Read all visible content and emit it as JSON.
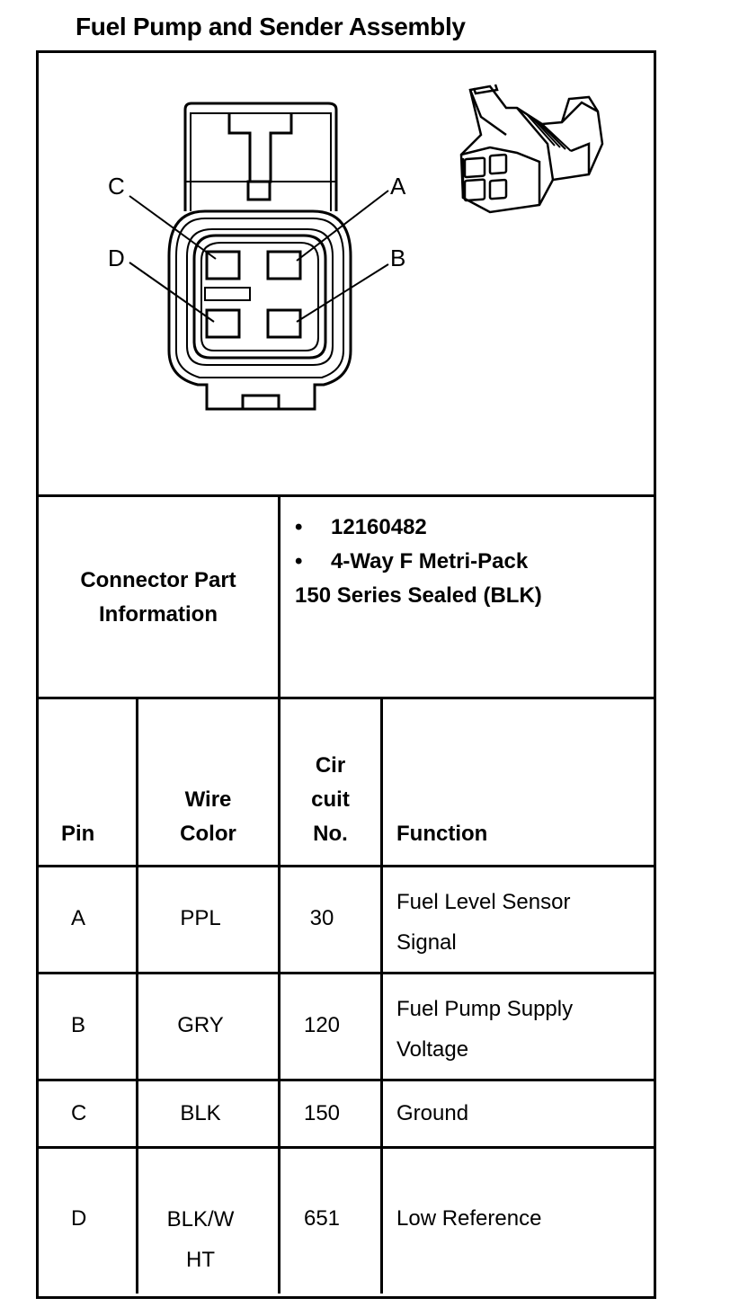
{
  "title": "Fuel Pump and Sender Assembly",
  "connector_labels": [
    "A",
    "B",
    "C",
    "D"
  ],
  "connector_info": {
    "label_line1": "Connector Part",
    "label_line2": "Information",
    "bullet_symbol": "•",
    "bullets": [
      "12160482",
      "4-Way F Metri-Pack"
    ],
    "continuation": "150 Series Sealed (BLK)"
  },
  "table": {
    "headers": {
      "pin": "Pin",
      "wire_line1": "Wire",
      "wire_line2": "Color",
      "circuit_line1": "Cir",
      "circuit_line2": "cuit",
      "circuit_line3": "No.",
      "function": "Function"
    },
    "rows": [
      {
        "pin": "A",
        "wire1": "PPL",
        "wire2": "",
        "circuit": "30",
        "func1": "Fuel Level Sensor",
        "func2": "Signal"
      },
      {
        "pin": "B",
        "wire1": "GRY",
        "wire2": "",
        "circuit": "120",
        "func1": "Fuel Pump Supply",
        "func2": "Voltage"
      },
      {
        "pin": "C",
        "wire1": "BLK",
        "wire2": "",
        "circuit": "150",
        "func1": "Ground",
        "func2": ""
      },
      {
        "pin": "D",
        "wire1": "BLK/W",
        "wire2": "HT",
        "circuit": "651",
        "func1": "Low Reference",
        "func2": ""
      }
    ]
  }
}
